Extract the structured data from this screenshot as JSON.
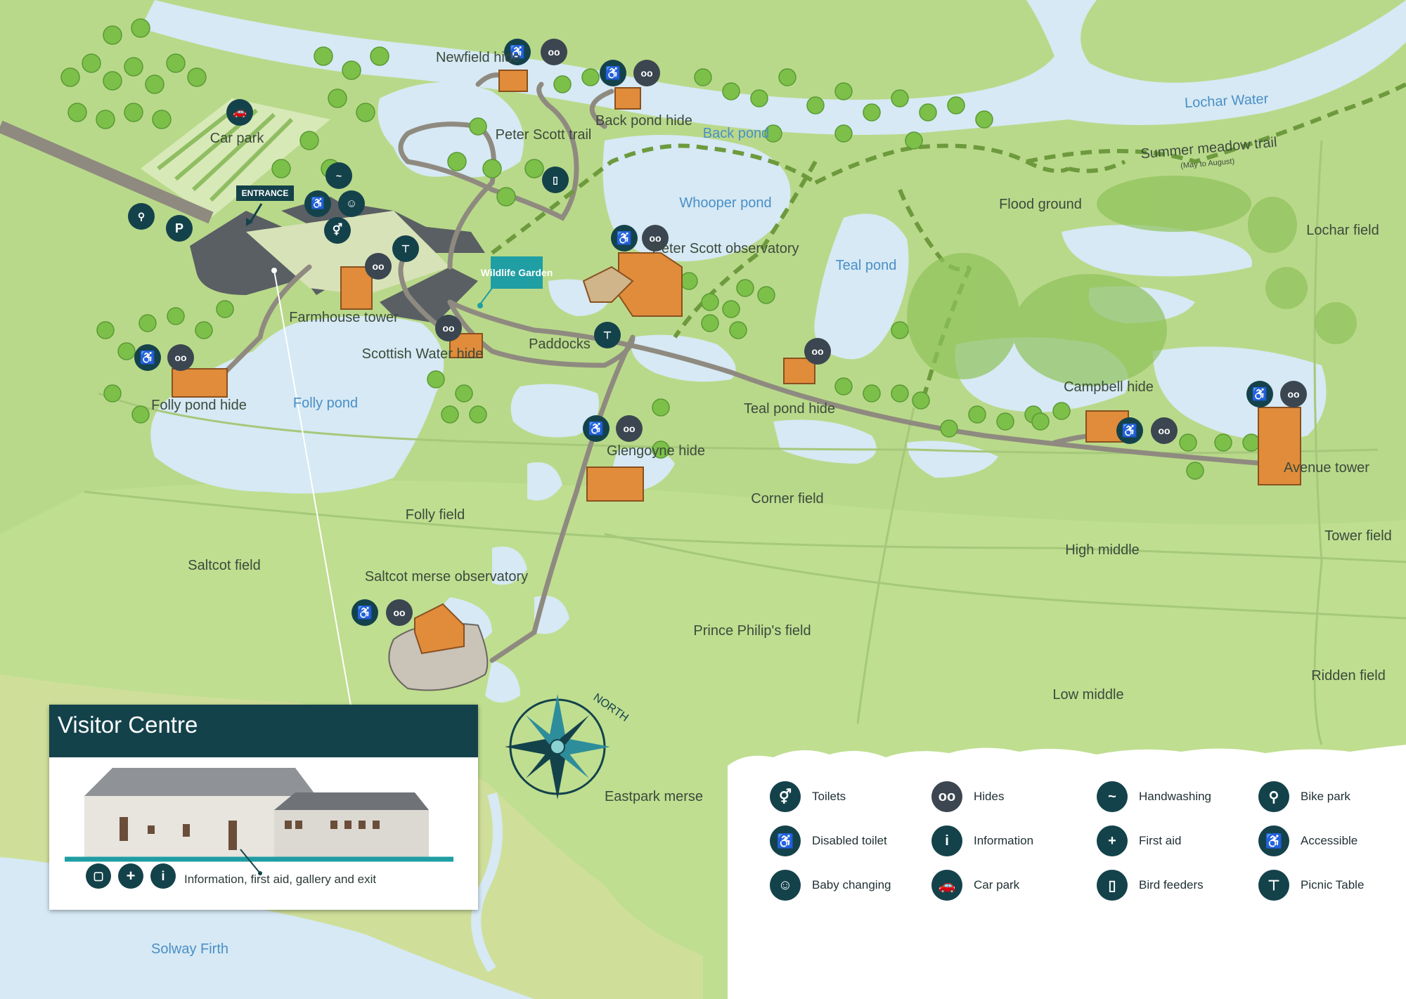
{
  "map": {
    "entrance_label": "ENTRANCE",
    "wildlife_garden": "Wildlife Garden",
    "north_label": "NORTH",
    "places": {
      "car_park": "Car park",
      "newfield_hide": "Newfield hide",
      "peter_scott_trail": "Peter Scott trail",
      "back_pond_hide": "Back pond hide",
      "back_pond": "Back pond",
      "lochar_water": "Lochar Water",
      "summer_meadow_trail": "Summer meadow trail",
      "summer_meadow_note": "(May to August)",
      "whooper_pond": "Whooper pond",
      "flood_ground": "Flood ground",
      "lochar_field": "Lochar field",
      "peter_scott_observatory": "Peter Scott observatory",
      "teal_pond": "Teal pond",
      "farmhouse_tower": "Farmhouse tower",
      "scottish_water_hide": "Scottish Water hide",
      "paddocks": "Paddocks",
      "folly_pond_hide": "Folly pond hide",
      "folly_pond": "Folly pond",
      "teal_pond_hide": "Teal pond hide",
      "campbell_hide": "Campbell hide",
      "avenue_tower": "Avenue tower",
      "glengoyne_hide": "Glengoyne hide",
      "corner_field": "Corner field",
      "folly_field": "Folly field",
      "saltcot_field": "Saltcot field",
      "high_middle": "High middle",
      "tower_field": "Tower field",
      "saltcot_merse_observatory": "Saltcot merse observatory",
      "prince_philips_field": "Prince Philip's field",
      "ridden_field": "Ridden field",
      "low_middle": "Low middle",
      "eastpark_merse": "Eastpark merse",
      "solway_firth": "Solway Firth"
    }
  },
  "visitor_centre": {
    "title": "Visitor Centre",
    "note": "Information, first aid, gallery and exit"
  },
  "legend": {
    "toilets": "Toilets",
    "hides": "Hides",
    "handwashing": "Handwashing",
    "bike_park": "Bike park",
    "disabled_toilet": "Disabled toilet",
    "information": "Information",
    "first_aid": "First aid",
    "accessible": "Accessible",
    "baby_changing": "Baby changing",
    "car_park": "Car park",
    "bird_feeders": "Bird feeders",
    "picnic_table": "Picnic Table"
  },
  "colors": {
    "grass": "#b9d98a",
    "water": "#d6e9f4",
    "river": "#d6e9f4",
    "path": "#8f8a80",
    "trail": "#6d9a3d",
    "icon_dark": "#14424b",
    "icon_grey": "#3b4650",
    "building": "#e08c3a",
    "text_water": "#4a8fc7",
    "teal_line": "#1f9ea3"
  }
}
